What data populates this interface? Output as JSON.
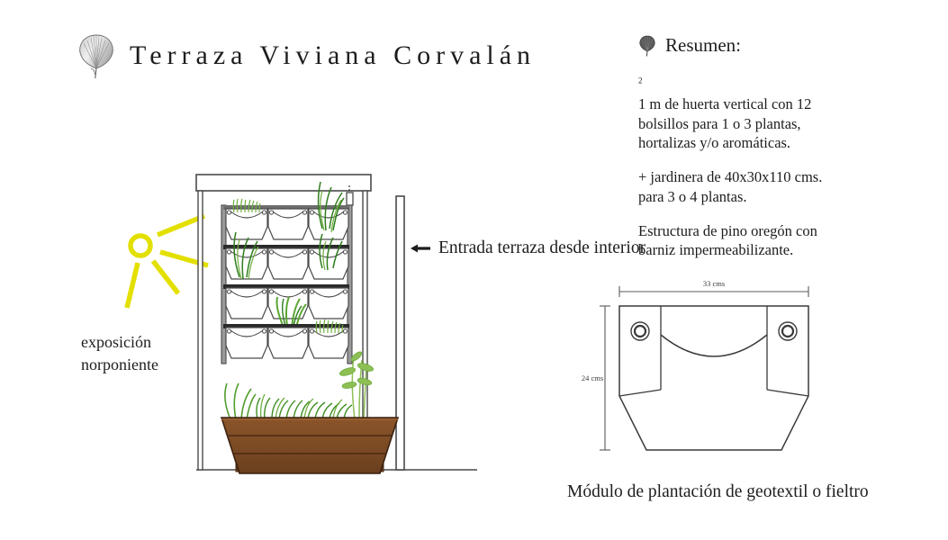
{
  "document": {
    "title": "Terraza  Viviana  Corvalán",
    "logo_icon": "ginkgo-leaf-icon"
  },
  "resumen": {
    "icon": "ginkgo-leaf-icon",
    "heading": "Resumen:",
    "superscript": "2",
    "paragraph_area_line1": "1 m  de huerta vertical con 12",
    "paragraph_area_line2": "bolsillos para 1 o 3 plantas,",
    "paragraph_area_line3": "hortalizas y/o aromáticas.",
    "paragraph_planter_line1": "+ jardinera de 40x30x110 cms.",
    "paragraph_planter_line2": "para 3 o 4 plantas.",
    "paragraph_structure_line1": "Estructura de pino oregón con",
    "paragraph_structure_line2": "barniz impermeabilizante."
  },
  "annotations": {
    "entrance_icon": "left-arrow-icon",
    "entrance_label": "Entrada terraza desde interior",
    "exposure_line1": "exposición",
    "exposure_line2": "norponiente",
    "sun_icon": "sun-icon"
  },
  "module_diagram": {
    "caption": "Módulo de plantación de geotextil o fieltro",
    "width_dimension": "33 cms",
    "height_dimension": "24 cms",
    "grommet_icon": "grommet-eyelet-icon"
  },
  "elevation": {
    "columns": 3,
    "rows": 4,
    "pocket_total": 12,
    "planted_pockets": [
      "r1c1",
      "r1c3",
      "r2c1",
      "r2c3",
      "r3c2",
      "r4c3"
    ],
    "planter_label": "wooden-planter"
  },
  "colors": {
    "ink": "#1d1d1d",
    "line": "#3a3a3a",
    "sun_yellow": "#e3e000",
    "plant_green_dark": "#2f7d1e",
    "plant_green_light": "#7ab648",
    "wood_brown": "#7a4a24",
    "wood_brown_dark": "#5e3718",
    "frame_gray": "#8a8a8a"
  }
}
